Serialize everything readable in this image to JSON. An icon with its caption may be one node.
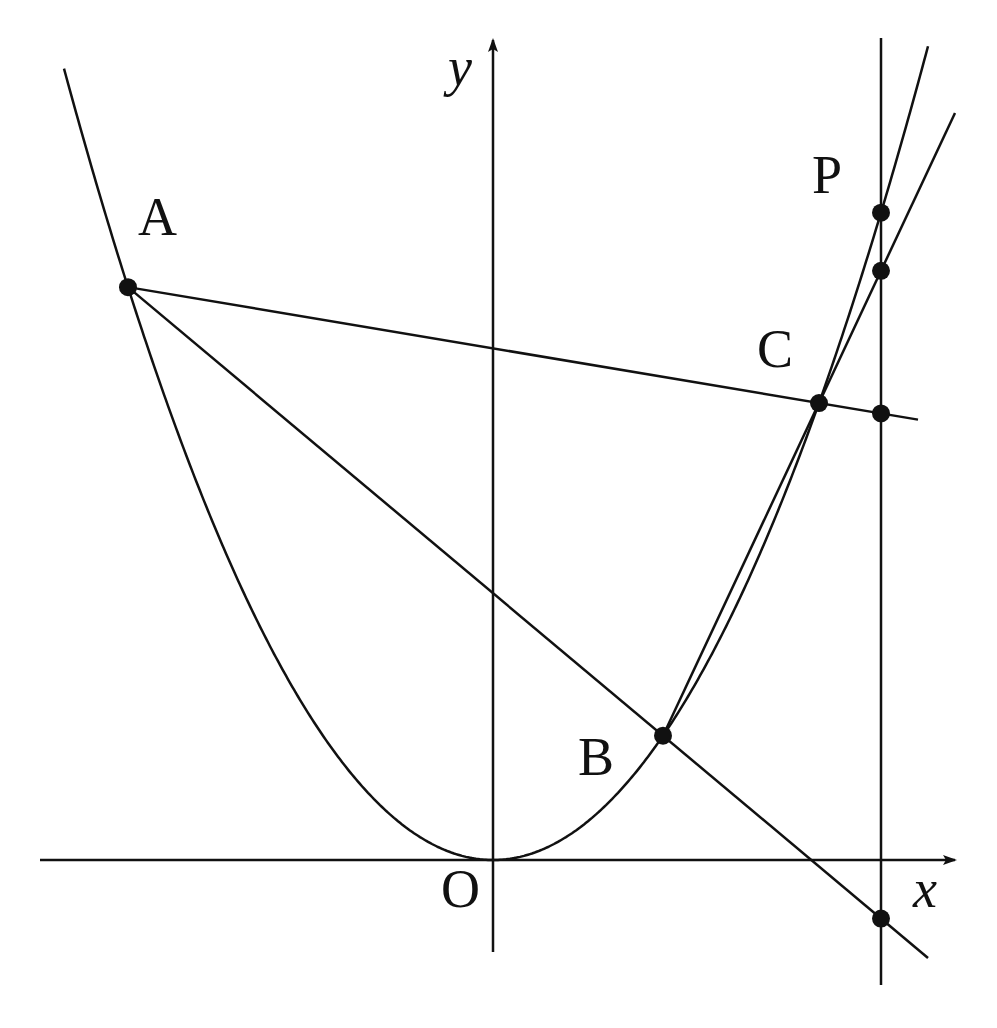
{
  "diagram": {
    "labels": [
      "y",
      "A",
      "P",
      "C",
      "B",
      "O",
      "x"
    ]
  }
}
